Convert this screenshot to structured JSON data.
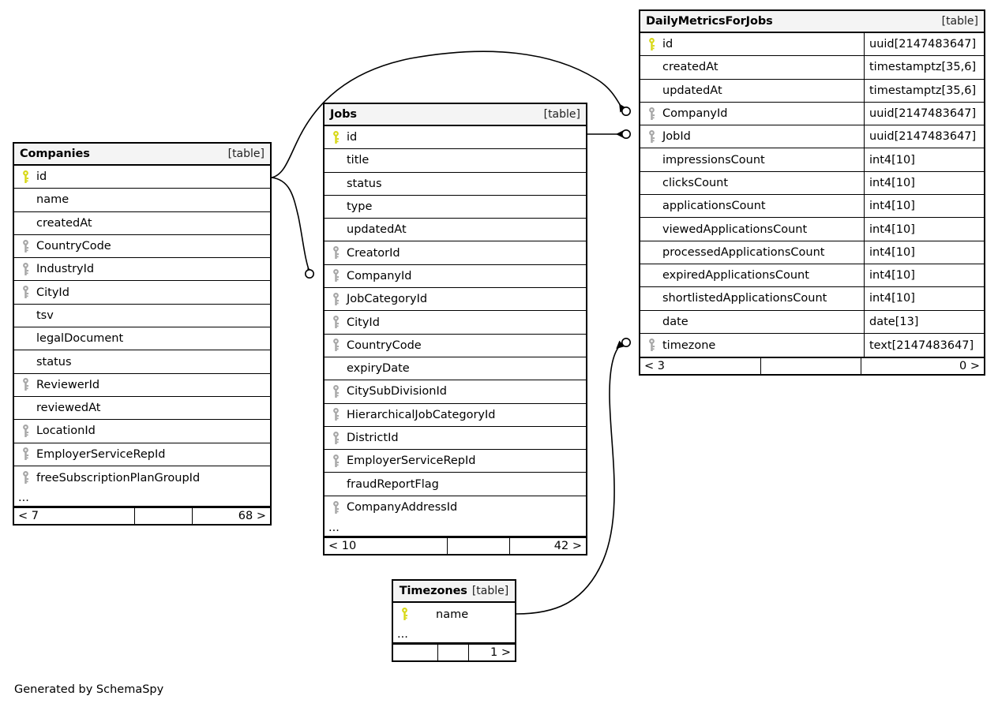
{
  "diagram": {
    "generator_note": "Generated by SchemaSpy",
    "table_tag": "[table]",
    "ellipsis": "...",
    "key_icon_pk": "key-icon-primary",
    "key_icon_fk": "key-icon-foreign",
    "colors": {
      "pk_key": "#d8d817",
      "fk_key": "#a6a6a6",
      "header_bg": "#f4f4f4",
      "border": "#000000",
      "background": "#ffffff"
    }
  },
  "tables": [
    {
      "id": "companies",
      "name": "Companies",
      "tag": "[table]",
      "columns": [
        {
          "name": "id",
          "key": "pk",
          "type": ""
        },
        {
          "name": "name",
          "key": "none",
          "type": ""
        },
        {
          "name": "createdAt",
          "key": "none",
          "type": ""
        },
        {
          "name": "CountryCode",
          "key": "fk",
          "type": ""
        },
        {
          "name": "IndustryId",
          "key": "fk",
          "type": ""
        },
        {
          "name": "CityId",
          "key": "fk",
          "type": ""
        },
        {
          "name": "tsv",
          "key": "none",
          "type": ""
        },
        {
          "name": "legalDocument",
          "key": "none",
          "type": ""
        },
        {
          "name": "status",
          "key": "none",
          "type": ""
        },
        {
          "name": "ReviewerId",
          "key": "fk",
          "type": ""
        },
        {
          "name": "reviewedAt",
          "key": "none",
          "type": ""
        },
        {
          "name": "LocationId",
          "key": "fk",
          "type": ""
        },
        {
          "name": "EmployerServiceRepId",
          "key": "fk",
          "type": ""
        },
        {
          "name": "freeSubscriptionPlanGroupId",
          "key": "fk",
          "type": ""
        }
      ],
      "has_ellipsis": true,
      "footer": {
        "left": "< 7",
        "mid": "",
        "right": "68 >"
      }
    },
    {
      "id": "jobs",
      "name": "Jobs",
      "tag": "[table]",
      "columns": [
        {
          "name": "id",
          "key": "pk",
          "type": ""
        },
        {
          "name": "title",
          "key": "none",
          "type": ""
        },
        {
          "name": "status",
          "key": "none",
          "type": ""
        },
        {
          "name": "type",
          "key": "none",
          "type": ""
        },
        {
          "name": "updatedAt",
          "key": "none",
          "type": ""
        },
        {
          "name": "CreatorId",
          "key": "fk",
          "type": ""
        },
        {
          "name": "CompanyId",
          "key": "fk",
          "type": ""
        },
        {
          "name": "JobCategoryId",
          "key": "fk",
          "type": ""
        },
        {
          "name": "CityId",
          "key": "fk",
          "type": ""
        },
        {
          "name": "CountryCode",
          "key": "fk",
          "type": ""
        },
        {
          "name": "expiryDate",
          "key": "none",
          "type": ""
        },
        {
          "name": "CitySubDivisionId",
          "key": "fk",
          "type": ""
        },
        {
          "name": "HierarchicalJobCategoryId",
          "key": "fk",
          "type": ""
        },
        {
          "name": "DistrictId",
          "key": "fk",
          "type": ""
        },
        {
          "name": "EmployerServiceRepId",
          "key": "fk",
          "type": ""
        },
        {
          "name": "fraudReportFlag",
          "key": "none",
          "type": ""
        },
        {
          "name": "CompanyAddressId",
          "key": "fk",
          "type": ""
        }
      ],
      "has_ellipsis": true,
      "footer": {
        "left": "< 10",
        "mid": "",
        "right": "42 >"
      }
    },
    {
      "id": "dailymetricsforjobs",
      "name": "DailyMetricsForJobs",
      "tag": "[table]",
      "columns": [
        {
          "name": "id",
          "key": "pk",
          "type": "uuid[2147483647]"
        },
        {
          "name": "createdAt",
          "key": "none",
          "type": "timestamptz[35,6]"
        },
        {
          "name": "updatedAt",
          "key": "none",
          "type": "timestamptz[35,6]"
        },
        {
          "name": "CompanyId",
          "key": "fk",
          "type": "uuid[2147483647]"
        },
        {
          "name": "JobId",
          "key": "fk",
          "type": "uuid[2147483647]"
        },
        {
          "name": "impressionsCount",
          "key": "none",
          "type": "int4[10]"
        },
        {
          "name": "clicksCount",
          "key": "none",
          "type": "int4[10]"
        },
        {
          "name": "applicationsCount",
          "key": "none",
          "type": "int4[10]"
        },
        {
          "name": "viewedApplicationsCount",
          "key": "none",
          "type": "int4[10]"
        },
        {
          "name": "processedApplicationsCount",
          "key": "none",
          "type": "int4[10]"
        },
        {
          "name": "expiredApplicationsCount",
          "key": "none",
          "type": "int4[10]"
        },
        {
          "name": "shortlistedApplicationsCount",
          "key": "none",
          "type": "int4[10]"
        },
        {
          "name": "date",
          "key": "none",
          "type": "date[13]"
        },
        {
          "name": "timezone",
          "key": "fk",
          "type": "text[2147483647]"
        }
      ],
      "has_ellipsis": false,
      "footer": {
        "left": "< 3",
        "mid": "",
        "right": "0 >"
      }
    },
    {
      "id": "timezones",
      "name": "Timezones",
      "tag": "[table]",
      "columns": [
        {
          "name": "name",
          "key": "pk",
          "type": ""
        }
      ],
      "has_ellipsis": true,
      "footer": {
        "left": "",
        "mid": "",
        "right": "1 >"
      }
    }
  ],
  "relationships": [
    {
      "from": "Companies.id",
      "to": "Jobs.CompanyId"
    },
    {
      "from": "Companies.id",
      "to": "DailyMetricsForJobs.CompanyId"
    },
    {
      "from": "Jobs.id",
      "to": "DailyMetricsForJobs.JobId"
    },
    {
      "from": "Timezones.name",
      "to": "DailyMetricsForJobs.timezone"
    }
  ]
}
